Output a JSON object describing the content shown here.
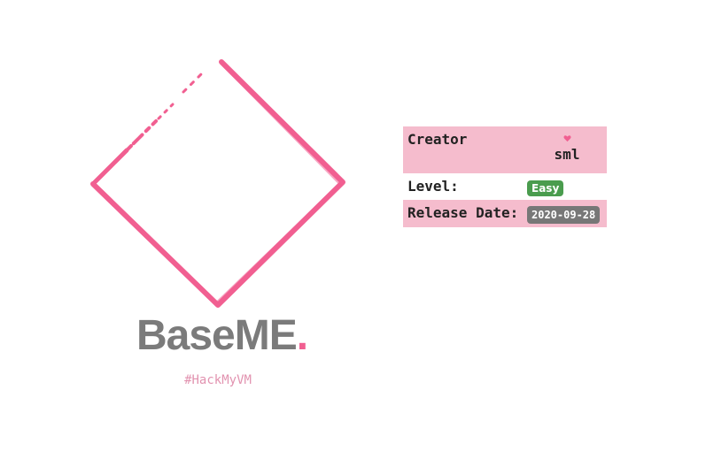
{
  "logo": {
    "icon": "diamond-outline-icon",
    "stroke_color": "#f15f91"
  },
  "brand": {
    "name": "BaseME",
    "dot": ".",
    "name_color": "#7b7b7b",
    "dot_color": "#f15f91"
  },
  "tagline": "#HackMyVM",
  "info": {
    "creator_label": "Creator",
    "creator_icon": "heart-icon",
    "creator_name": "sml",
    "level_label": "Level:",
    "level_value": "Easy",
    "level_color": "#4a9c4e",
    "release_label": "Release Date:",
    "release_value": "2020-09-28",
    "row_highlight_color": "#f5bccd"
  }
}
